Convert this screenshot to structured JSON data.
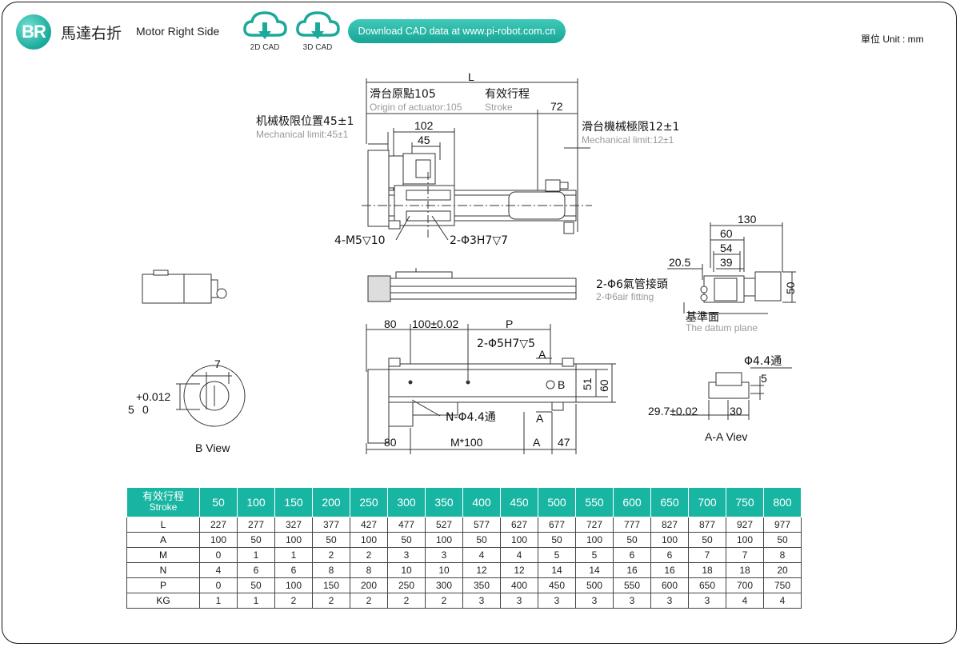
{
  "header": {
    "logo_text": "BR",
    "title_cn": "馬達右折",
    "title_en": "Motor Right Side",
    "cad2d_label": "2D CAD",
    "cad3d_label": "3D CAD",
    "download_label": "Download CAD data at www.pi-robot.com.cn",
    "unit_label": "單位 Unit : mm",
    "accent_color": "#17b5a2"
  },
  "top_view": {
    "L": "L",
    "origin_cn": "滑台原點105",
    "origin_en": "Origin of actuator:105",
    "stroke_cn": "有效行程",
    "stroke_en": "Stroke",
    "d72": "72",
    "mech_left_cn": "机械极限位置45±1",
    "mech_left_en": "Mechanical limit:45±1",
    "d102": "102",
    "d45": "45",
    "mech_right_cn": "滑台機械極限12±1",
    "mech_right_en": "Mechanical limit:12±1",
    "m5": "4-M5▽10",
    "phi3": "2-Φ3H7▽7"
  },
  "side_view": {
    "d130": "130",
    "d60": "60",
    "d54": "54",
    "d205": "20.5",
    "d39": "39",
    "fitting_cn": "2-Φ6氣管接頭",
    "fitting_en": "2-Φ6air fitting",
    "d50": "50",
    "datum_cn": "基準面",
    "datum_en": "The datum plane"
  },
  "bottom_view": {
    "d80a": "80",
    "d100": "100±0.02",
    "P": "P",
    "phi5": "2-Φ5H7▽5",
    "A1": "A",
    "B": "B",
    "d51": "51",
    "d60": "60",
    "nphi": "N-Φ4.4通",
    "A2": "A",
    "d80b": "80",
    "m100": "M*100",
    "A3": "A",
    "d47": "47"
  },
  "b_view": {
    "d7": "7",
    "tol": "+0.012",
    "d5": "5",
    "d0": "0",
    "label": "B View"
  },
  "aa_view": {
    "phi44": "Φ4.4通",
    "d5": "5",
    "d297": "29.7±0.02",
    "d30": "30",
    "label": "A-A Viev"
  },
  "table": {
    "stroke_cn": "有效行程",
    "stroke_en": "Stroke",
    "strokes": [
      "50",
      "100",
      "150",
      "200",
      "250",
      "300",
      "350",
      "400",
      "450",
      "500",
      "550",
      "600",
      "650",
      "700",
      "750",
      "800"
    ],
    "rows": [
      {
        "name": "L",
        "values": [
          "227",
          "277",
          "327",
          "377",
          "427",
          "477",
          "527",
          "577",
          "627",
          "677",
          "727",
          "777",
          "827",
          "877",
          "927",
          "977"
        ]
      },
      {
        "name": "A",
        "values": [
          "100",
          "50",
          "100",
          "50",
          "100",
          "50",
          "100",
          "50",
          "100",
          "50",
          "100",
          "50",
          "100",
          "50",
          "100",
          "50"
        ]
      },
      {
        "name": "M",
        "values": [
          "0",
          "1",
          "1",
          "2",
          "2",
          "3",
          "3",
          "4",
          "4",
          "5",
          "5",
          "6",
          "6",
          "7",
          "7",
          "8"
        ]
      },
      {
        "name": "N",
        "values": [
          "4",
          "6",
          "6",
          "8",
          "8",
          "10",
          "10",
          "12",
          "12",
          "14",
          "14",
          "16",
          "16",
          "18",
          "18",
          "20"
        ]
      },
      {
        "name": "P",
        "values": [
          "0",
          "50",
          "100",
          "150",
          "200",
          "250",
          "300",
          "350",
          "400",
          "450",
          "500",
          "550",
          "600",
          "650",
          "700",
          "750"
        ]
      },
      {
        "name": "KG",
        "values": [
          "1",
          "1",
          "2",
          "2",
          "2",
          "2",
          "2",
          "3",
          "3",
          "3",
          "3",
          "3",
          "3",
          "3",
          "4",
          "4"
        ]
      }
    ]
  }
}
